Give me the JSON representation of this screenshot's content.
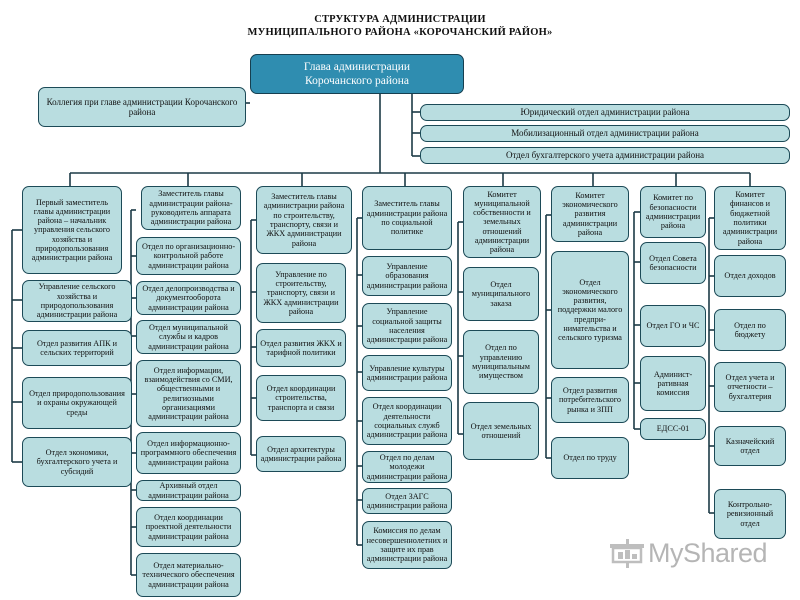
{
  "title": {
    "line1": "СТРУКТУРА АДМИНИСТРАЦИИ",
    "line2": "МУНИЦИПАЛЬНОГО РАЙОНА «КОРОЧАНСКИЙ РАЙОН»"
  },
  "head": {
    "line1": "Глава администрации",
    "line2": "Корочанского района"
  },
  "collegium": "Коллегия при главе администрации Корочанского района",
  "side_departments": [
    "Юридический отдел администрации района",
    "Мобилизационный отдел администрации района",
    "Отдел бухгалтерского учета администрации района"
  ],
  "columns": [
    {
      "head": "Первый заместитель главы администрации района – начальник управления сельского хозяйства и природопользования администрации района",
      "items": [
        "Управление сельского хозяйства и природопользования администрации района",
        "Отдел развития АПК и сельских территорий",
        "Отдел природопользования и охраны окружающей среды",
        "Отдел экономики, бухгалтерского учета и субсидий"
      ]
    },
    {
      "head": "Заместитель главы администрации района-руководитель аппарата администрации района",
      "items": [
        "Отдел по организационно-контрольной работе администрации района",
        "Отдел делопроизводства и документооборота администрации района",
        "Отдел муниципальной службы и кадров администрации района",
        "Отдел информации, взаимодействия со СМИ, общественными и религиозными организациями администрации района",
        "Отдел информационно-программного обеспечения администрации района",
        "Архивный отдел администрации района",
        "Отдел координации проектной деятельности администрации района",
        "Отдел материально-технического обеспечения администрации района"
      ]
    },
    {
      "head": "Заместитель главы администрации района по строительству, транспорту, связи и ЖКХ администрации района",
      "items": [
        "Управление по строительству, транспорту, связи и ЖКХ администрации района",
        "Отдел развития ЖКХ и тарифной политики",
        "Отдел координации строительства, транспорта и связи",
        "Отдел архитектуры администрации района"
      ]
    },
    {
      "head": "Заместитель главы администрации района по социальной политике",
      "items": [
        "Управление образования администрации района",
        "Управление социальной защиты населения администрации района",
        "Управление культуры администрации района",
        "Отдел координации деятельности социальных служб администрации района",
        "Отдел по делам молодежи администрации района",
        "Отдел ЗАГС администрации района",
        "Комиссия по делам несовершеннолетних и защите их прав администрации района"
      ]
    },
    {
      "head": "Комитет муниципальной собственности и земельных отношений администрации района",
      "items": [
        "Отдел муниципального заказа",
        "Отдел по управлению муниципальным имуществом",
        "Отдел земельных отношений"
      ]
    },
    {
      "head": "Комитет экономического развития администрации района",
      "items": [
        "Отдел экономического развития, поддержки малого предпри-нимательства и сельского туризма",
        "Отдел развития потребительского рынка и ЗПП",
        "Отдел по труду"
      ]
    },
    {
      "head": "Комитет по безопасности администрации района",
      "items": [
        "Отдел Совета безопасности",
        "Отдел ГО и ЧС",
        "Админист-ративная комиссия",
        "ЕДСС-01"
      ]
    },
    {
      "head": "Комитет финансов и бюджетной политики администрации района",
      "items": [
        "Отдел доходов",
        "Отдел по бюджету",
        "Отдел учета и отчетности – бухгалтерия",
        "Казначейский отдел",
        "Контрольно-ревизионный отдел"
      ]
    }
  ],
  "watermark": {
    "text": "MyShared",
    "icon": "presentation-board-icon"
  },
  "colors": {
    "box_fill": "#b9dde0",
    "head_fill": "#2f8db0",
    "border": "#1c4a57"
  }
}
